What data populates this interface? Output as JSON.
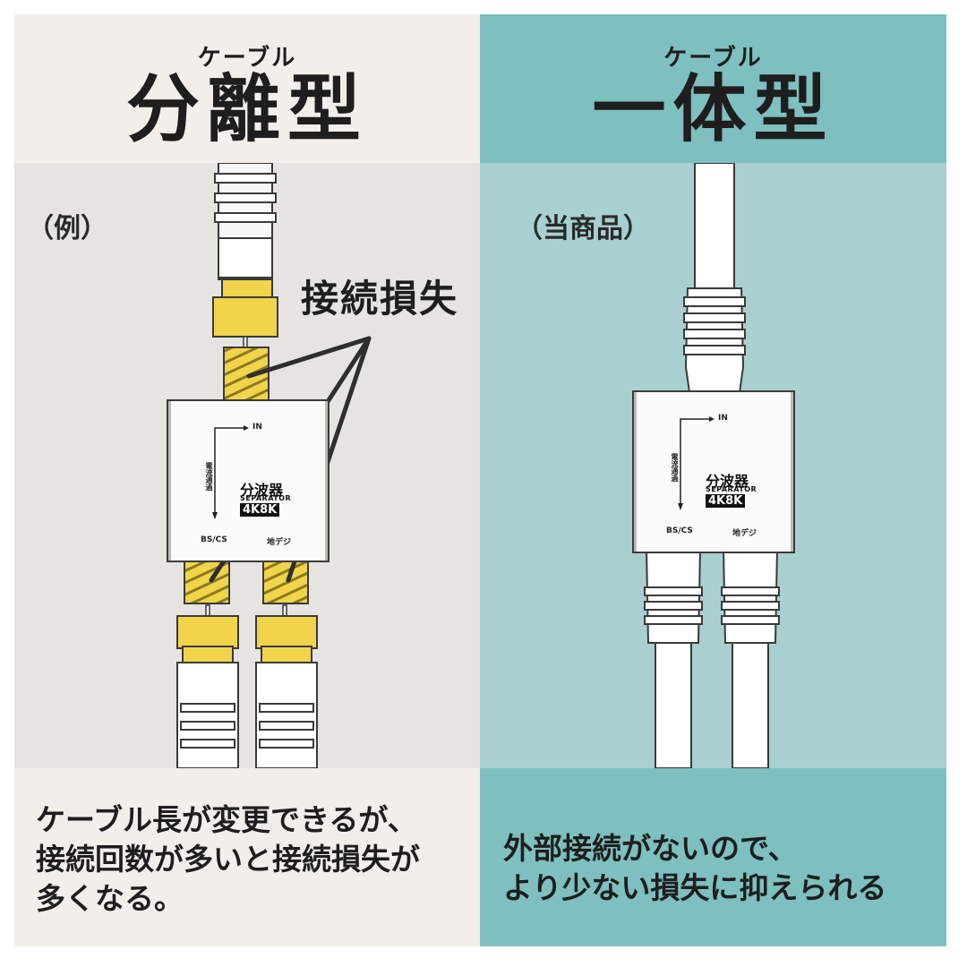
{
  "left": {
    "ruby": "ケーブル",
    "title": "分離型",
    "example_label": "（例）",
    "callout": "接続損失",
    "device": {
      "in": "IN",
      "vertical": "電流通過",
      "brand": "分波器",
      "sub": "SEPARATOR",
      "fourk": "4K8K",
      "port1": "BS/CS",
      "port2": "地デジ"
    },
    "footer": [
      "ケーブル長が変更できるが、",
      "接続回数が多いと接続損失が",
      "多くなる。"
    ]
  },
  "right": {
    "ruby": "ケーブル",
    "title": "一体型",
    "example_label": "（当商品）",
    "device": {
      "in": "IN",
      "vertical": "電流通過",
      "brand": "分波器",
      "sub": "SEPARATOR",
      "fourk": "4K8K",
      "port1": "BS/CS",
      "port2": "地デジ"
    },
    "footer": [
      "外部接続がないので、",
      "より少ない損失に抑えられる"
    ]
  },
  "colors": {
    "left_bg": "#e6e4e1",
    "left_band": "#f2efea",
    "right_bg": "#a9d0d1",
    "right_band": "#7ebfbf",
    "connector": "#f1d44a"
  }
}
